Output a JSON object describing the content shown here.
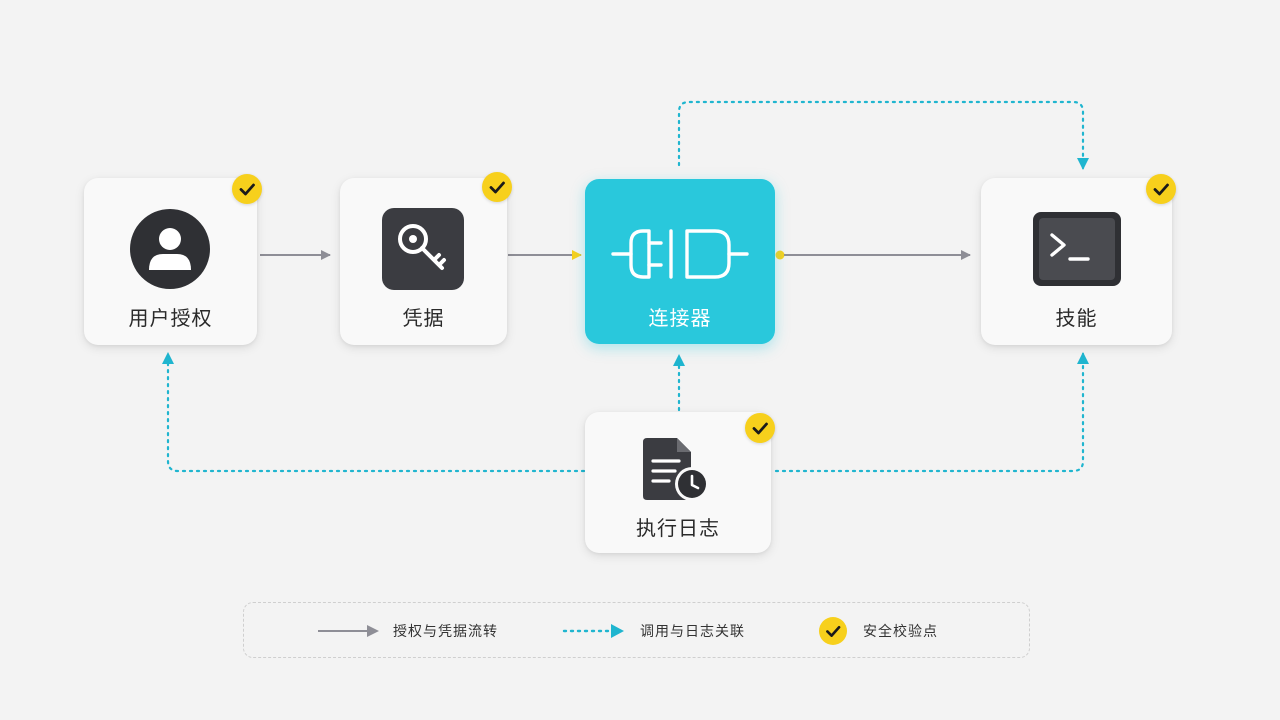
{
  "nodes": {
    "user_auth": {
      "label": "用户授权",
      "icon": "user-icon",
      "checked": true
    },
    "credential": {
      "label": "凭据",
      "icon": "key-icon",
      "checked": true
    },
    "connector": {
      "label": "连接器",
      "icon": "plug-connector-icon",
      "checked": false,
      "accent_color": "#29c8dc"
    },
    "skill": {
      "label": "技能",
      "icon": "terminal-icon",
      "checked": true
    },
    "exec_log": {
      "label": "执行日志",
      "icon": "document-clock-icon",
      "checked": true
    }
  },
  "edges": [
    {
      "from": "user_auth",
      "to": "credential",
      "style": "solid"
    },
    {
      "from": "credential",
      "to": "connector",
      "style": "solid"
    },
    {
      "from": "connector",
      "to": "skill",
      "style": "solid"
    },
    {
      "from": "connector",
      "to": "skill",
      "style": "dotted"
    },
    {
      "from": "exec_log",
      "to": "connector",
      "style": "dotted"
    },
    {
      "from": "exec_log",
      "to": "user_auth",
      "style": "dotted"
    },
    {
      "from": "exec_log",
      "to": "skill",
      "style": "dotted"
    }
  ],
  "legend": {
    "solid_label": "授权与凭据流转",
    "dotted_label": "调用与日志关联",
    "check_label": "安全校验点"
  },
  "colors": {
    "accent": "#29c8dc",
    "check": "#f7d01c",
    "solid_line": "#8e8e96",
    "dotted_line": "#1fb5cf"
  }
}
